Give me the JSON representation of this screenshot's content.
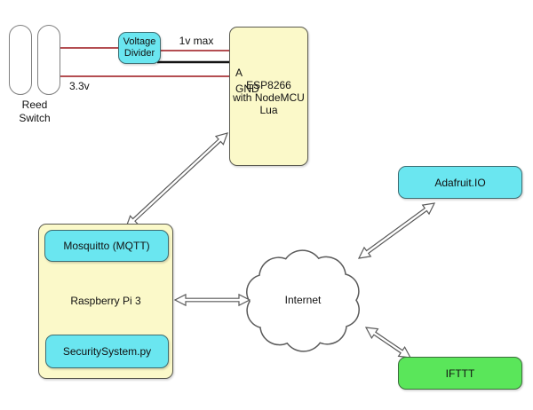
{
  "diagram": {
    "colors": {
      "node_yellow": "#fbf9c9",
      "node_cyan": "#6ae6f0",
      "node_green": "#5ae65a",
      "wire_red": "#a93439",
      "wire_black": "#141414",
      "outline_gray": "#5a5a5a"
    },
    "nodes": {
      "reed_switch": {
        "label": "Reed\nSwitch"
      },
      "voltage_divider": {
        "label": "Voltage\nDivider"
      },
      "esp8266": {
        "pin_a": "A",
        "pin_gnd": "GND",
        "label": "ESP8266\nwith NodeMCU\nLua"
      },
      "raspberry_pi": {
        "label": "Raspberry Pi 3",
        "services": [
          {
            "label": "Mosquitto (MQTT)"
          },
          {
            "label": "SecuritySystem.py"
          }
        ]
      },
      "internet": {
        "label": "Internet"
      },
      "adafruit_io": {
        "label": "Adafruit.IO"
      },
      "ifttt": {
        "label": "IFTTT"
      }
    },
    "connections": [
      {
        "from": "reed-switch",
        "to": "voltage-divider",
        "type": "wire",
        "color": "red",
        "label": ""
      },
      {
        "from": "voltage-divider",
        "to": "esp8266-pin-a",
        "type": "wire",
        "color": "red",
        "label": "1v max"
      },
      {
        "from": "voltage-divider",
        "to": "esp8266-pin-gnd",
        "type": "wire",
        "color": "black",
        "label": ""
      },
      {
        "from": "reed-switch",
        "to": "esp8266",
        "type": "wire",
        "color": "red",
        "label": "3.3v"
      },
      {
        "from": "esp8266",
        "to": "raspberry-pi-mosquitto",
        "type": "double-arrow"
      },
      {
        "from": "raspberry-pi",
        "to": "internet",
        "type": "double-arrow"
      },
      {
        "from": "internet",
        "to": "adafruit-io",
        "type": "double-arrow"
      },
      {
        "from": "internet",
        "to": "ifttt",
        "type": "double-arrow"
      }
    ]
  }
}
